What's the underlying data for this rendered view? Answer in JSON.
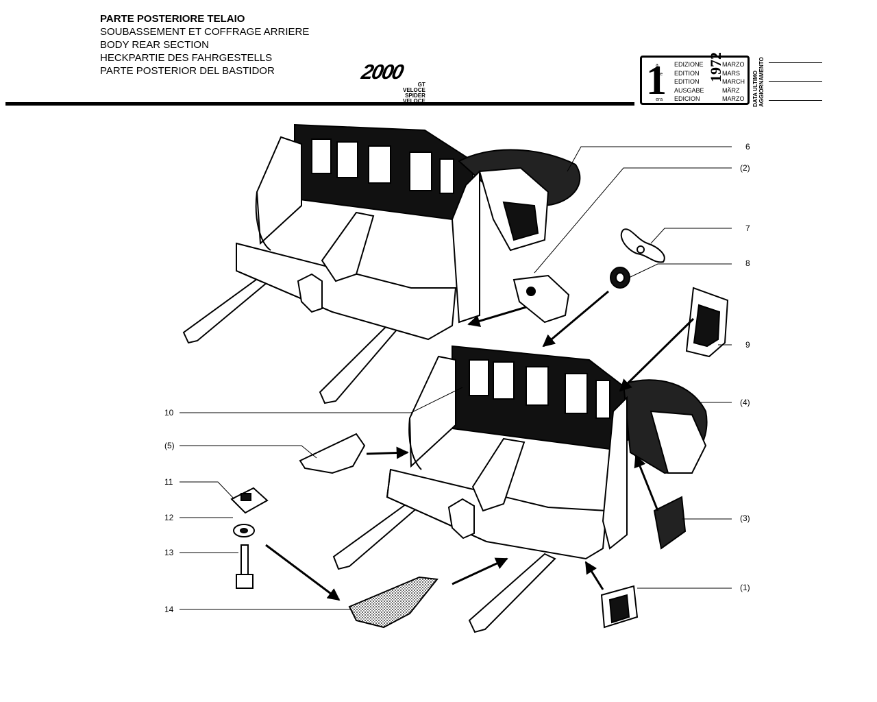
{
  "header": {
    "titles": [
      "PARTE POSTERIORE TELAIO",
      "SOUBASSEMENT ET COFFRAGE ARRIERE",
      "BODY REAR SECTION",
      "HECKPARTIE DES FAHRGESTELLS",
      "PARTE POSTERIOR DEL BASTIDOR"
    ],
    "model_logo": "2000",
    "model_sub1": "GT VELOCE",
    "model_sub2": "SPIDER VELOCE"
  },
  "edition": {
    "number": "1",
    "suffixes": [
      "a",
      "ere",
      "st",
      ".",
      "era"
    ],
    "labels": [
      "EDIZIONE",
      "EDITION",
      "EDITION",
      "AUSGABE",
      "EDICION"
    ],
    "months": [
      "MARZO",
      "MARS",
      "MARCH",
      "MÄRZ",
      "MARZO"
    ],
    "year": "1972",
    "update_label_1": "DATA ULTIMO",
    "update_label_2": "AGGIORNAMENTO"
  },
  "callouts": {
    "c6": "6",
    "c2": "(2)",
    "c7": "7",
    "c8": "8",
    "c9": "9",
    "c4": "(4)",
    "c10": "10",
    "c5": "(5)",
    "c11": "11",
    "c12": "12",
    "c13": "13",
    "c3": "(3)",
    "c1": "(1)",
    "c14": "14"
  }
}
